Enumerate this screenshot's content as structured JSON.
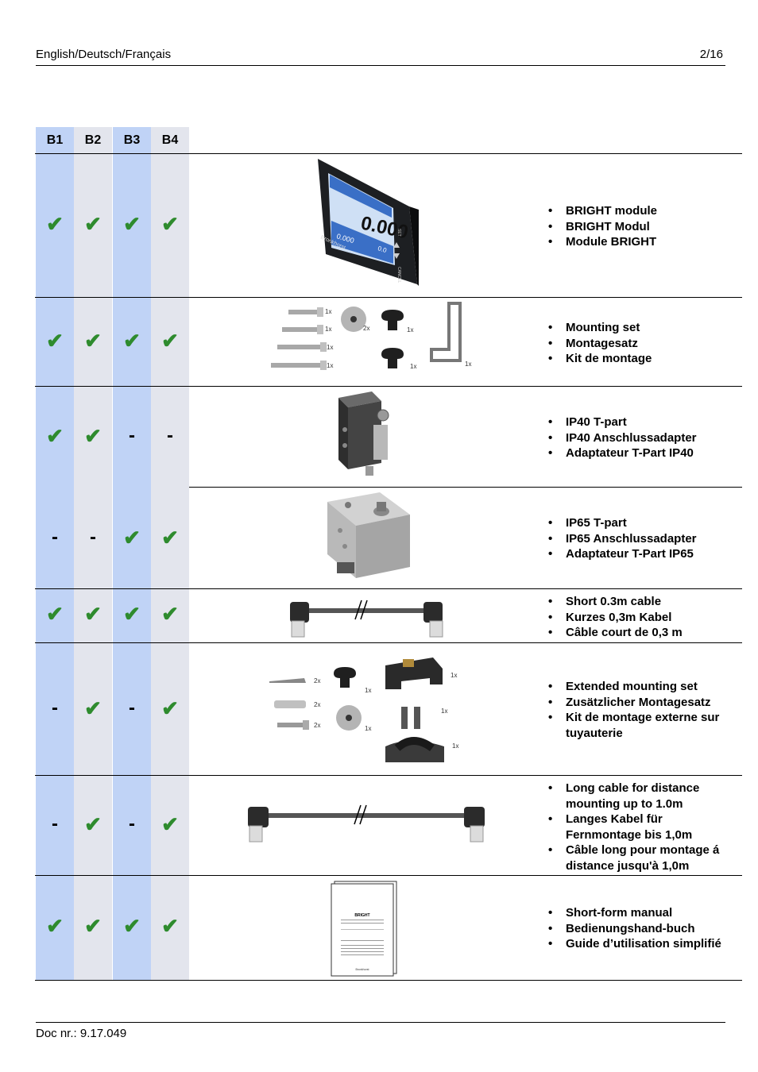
{
  "header": {
    "languages": "English/Deutsch/Français",
    "page": "2/16"
  },
  "footer": {
    "doc_number": "Doc nr.: 9.17.049"
  },
  "columns": [
    "B1",
    "B2",
    "B3",
    "B4"
  ],
  "symbols": {
    "check": "✔",
    "dash": "-"
  },
  "rows": [
    {
      "marks": [
        "✔",
        "✔",
        "✔",
        "✔"
      ],
      "items": [
        "BRIGHT module",
        "BRIGHT Modul",
        "Module BRIGHT"
      ],
      "display": {
        "reading": "0.000",
        "sub_left": "0.000",
        "sub_right": "0.0",
        "brand": "Bronkhorst",
        "btn_top": "SET",
        "btn_bottom": "CANCEL"
      }
    },
    {
      "marks": [
        "✔",
        "✔",
        "✔",
        "✔"
      ],
      "items": [
        "Mounting set",
        "Montagesatz",
        "Kit de montage"
      ],
      "qty": [
        "1x",
        "1x",
        "1x",
        "1x",
        "2x",
        "1x",
        "1x",
        "1x"
      ]
    },
    {
      "marks": [
        "✔",
        "✔",
        "-",
        "-"
      ],
      "items": [
        "IP40 T-part",
        "IP40 Anschlussadapter",
        "Adaptateur T-Part IP40"
      ]
    },
    {
      "marks": [
        "-",
        "-",
        "✔",
        "✔"
      ],
      "items": [
        "IP65 T-part",
        "IP65 Anschlussadapter",
        "Adaptateur T-Part IP65"
      ]
    },
    {
      "marks": [
        "✔",
        "✔",
        "✔",
        "✔"
      ],
      "items": [
        "Short 0.3m cable",
        "Kurzes 0,3m Kabel",
        "Câble court de 0,3 m"
      ]
    },
    {
      "marks": [
        "-",
        "✔",
        "-",
        "✔"
      ],
      "items": [
        "Extended mounting set",
        "Zusätzlicher Montagesatz",
        "Kit de montage externe sur tuyauterie"
      ],
      "qty": [
        "2x",
        "2x",
        "2x",
        "1x",
        "1x",
        "1x",
        "1x",
        "1x"
      ]
    },
    {
      "marks": [
        "-",
        "✔",
        "-",
        "✔"
      ],
      "items": [
        "Long cable for distance mounting up to 1.0m",
        "Langes Kabel für Fernmontage bis 1,0m",
        "Câble long pour montage á distance jusqu'à 1,0m"
      ]
    },
    {
      "marks": [
        "✔",
        "✔",
        "✔",
        "✔"
      ],
      "items": [
        "Short-form manual",
        "Bedienungshand-buch",
        "Guide d’utilisation simplifié"
      ],
      "manual": {
        "title": "BRIGHT",
        "brand": "Bronkhorst"
      }
    }
  ],
  "colors": {
    "blue_column": "#c0d3f6",
    "grey_column": "#e3e5ed",
    "check": "#2e8b2e"
  }
}
